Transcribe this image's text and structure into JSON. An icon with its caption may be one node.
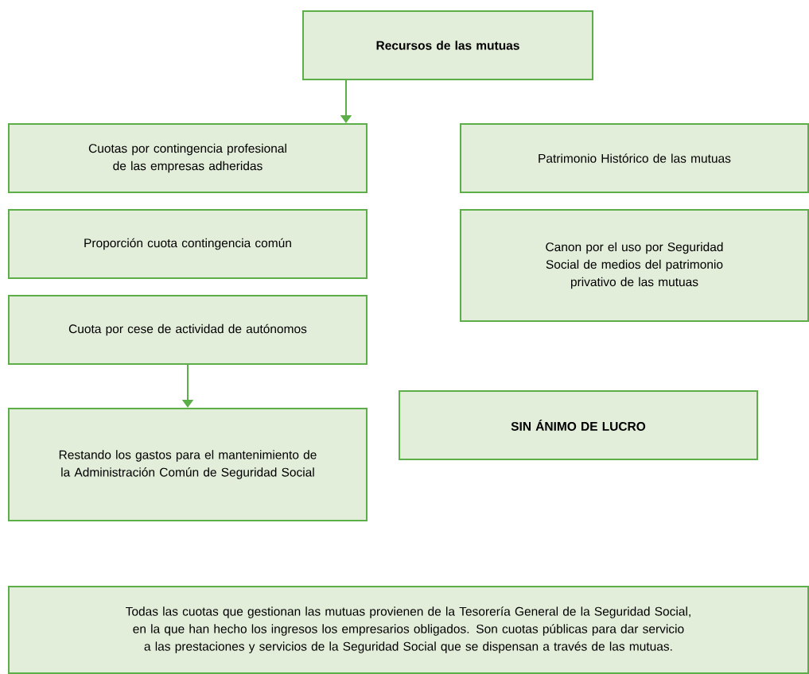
{
  "diagram": {
    "nodes": [
      {
        "text": [
          "**Recursos de las mutuas**"
        ]
      },
      {
        "text": [
          "Cuotas por contingencia profesional de las empresas adheridas"
        ]
      },
      {
        "text": [
          "Patrimonio Histórico de las mutuas"
        ]
      },
      {
        "text": [
          "Proporción cuota contingencia común"
        ]
      },
      {
        "text": [
          "Canon por el uso por Seguridad Social de medios del patrimonio privativo de las mutuas"
        ]
      },
      {
        "text": [
          "Cuota por cese de actividad de autónomos"
        ]
      },
      {
        "text": [
          "Restando los gastos para el mantenimiento de la Administración Común de Seguridad Social"
        ]
      },
      {
        "text": [
          "**SIN ÁNIMO DE LUCRO**"
        ]
      },
      {
        "text": [
          "Todas las cuotas que gestionan las mutuas provienen de la Tesorería General de la Seguridad Social, en la que han hecho los ingresos los empresarios obligados. Son cuotas públicas para dar servicio a las prestaciones y servicios de la Seguridad Social que se dispensan a través de las mutuas."
        ]
      }
    ],
    "edges": [
      {
        "from": 0,
        "to": 1,
        "arrow": "to"
      },
      {
        "from": 5,
        "to": 6,
        "arrow": "to"
      }
    ]
  }
}
